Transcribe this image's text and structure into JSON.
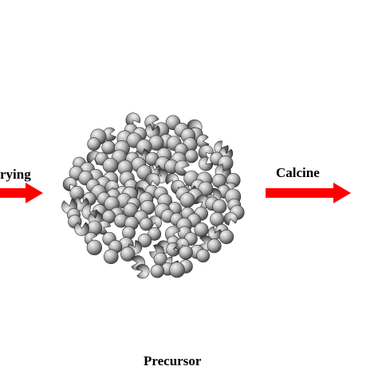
{
  "diagram": {
    "left_step_label": "rying",
    "right_step_label": "Calcine",
    "caption": "Precursor",
    "colors": {
      "arrow": "#ff0000",
      "particle_light": "#f2f2f2",
      "particle_dark": "#4a4a4a",
      "background": "#ffffff"
    },
    "icons": {
      "left_arrow": "right-arrow-icon",
      "right_arrow": "right-arrow-icon",
      "particles": "sphere-particle-icon"
    }
  }
}
